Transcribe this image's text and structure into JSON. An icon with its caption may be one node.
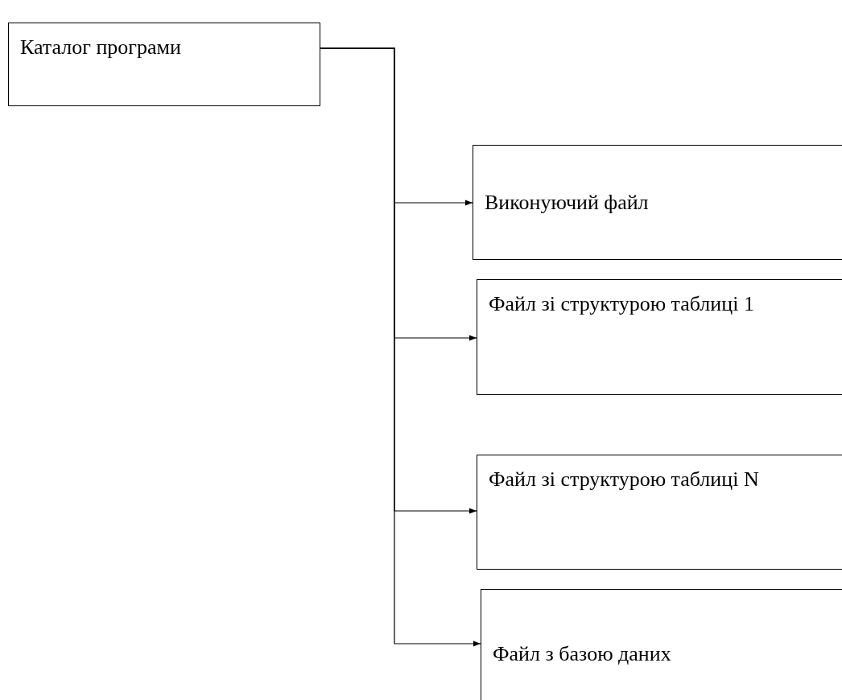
{
  "diagram": {
    "nodes": [
      {
        "text": [
          "Каталог програми"
        ]
      },
      {
        "text": [
          "Виконуючий файл"
        ]
      },
      {
        "text": [
          "Файл зі структурою таблиці 1"
        ]
      },
      {
        "text": [
          "Файл зі структурою таблиці N"
        ]
      },
      {
        "text": [
          "Файл з базою даних"
        ]
      }
    ],
    "edges": [
      {
        "from": 0,
        "to": 1,
        "arrow": "to"
      },
      {
        "from": 0,
        "to": 2,
        "arrow": "to"
      },
      {
        "from": 0,
        "to": 3,
        "arrow": "to"
      },
      {
        "from": 0,
        "to": 4,
        "arrow": "to"
      }
    ]
  }
}
